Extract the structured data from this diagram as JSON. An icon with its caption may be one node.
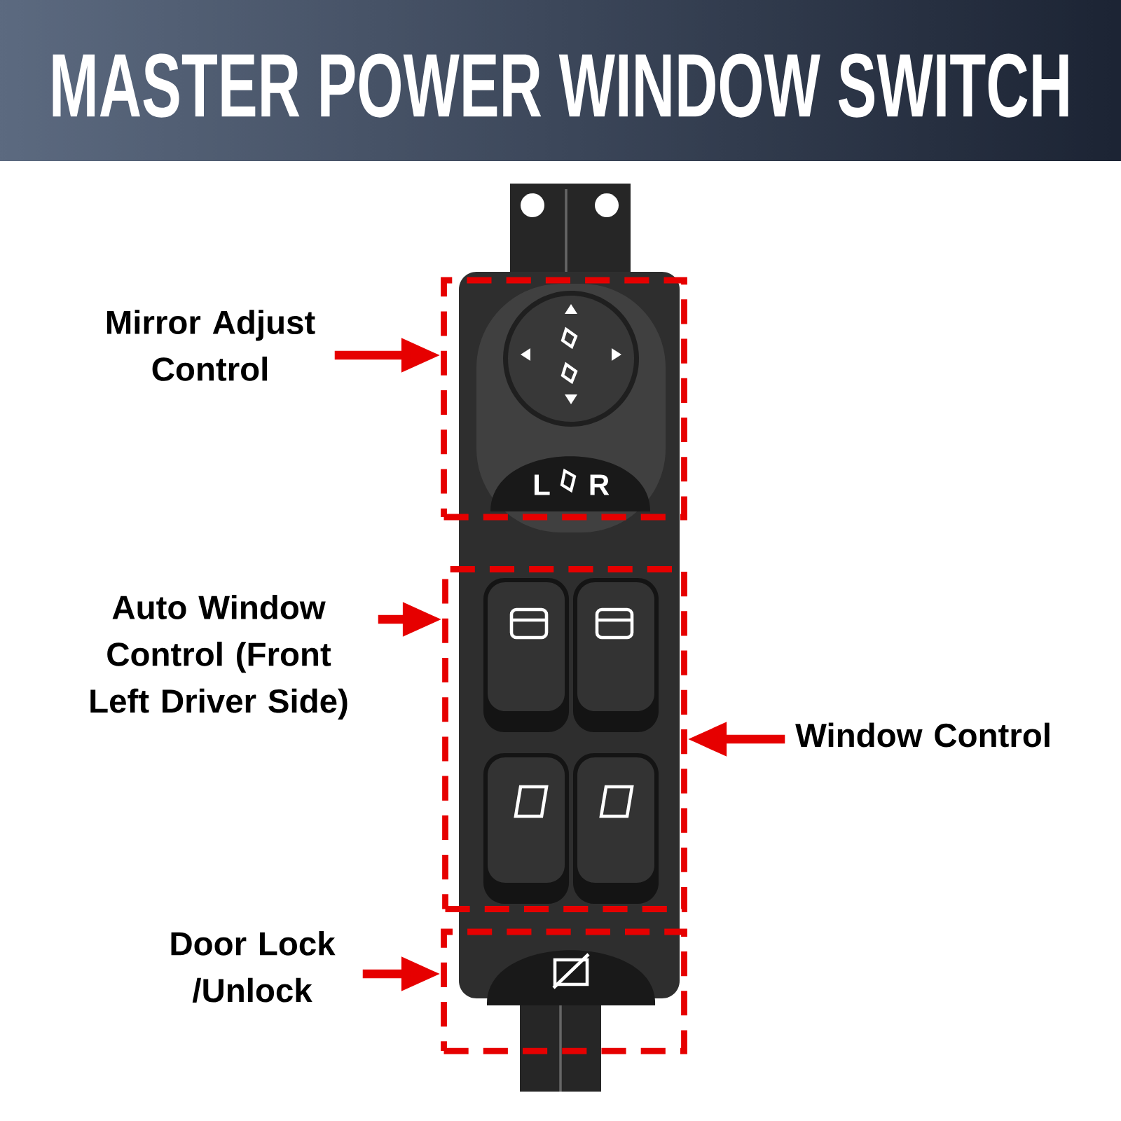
{
  "diagram": {
    "title": "MASTER POWER WINDOW SWITCH",
    "nodes": [
      {
        "text": [
          "Mirror Adjust Control"
        ]
      },
      {
        "text": [],
        "shape": "box"
      },
      {
        "text": [
          "Auto Window Control (Front Left Driver Side)"
        ]
      },
      {
        "text": [],
        "shape": "box"
      },
      {
        "text": [
          "Window Control"
        ]
      },
      {
        "text": [
          "Door Lock /Unlock"
        ]
      },
      {
        "text": [],
        "shape": "box"
      }
    ],
    "edges": [
      {
        "from": 0,
        "to": 1,
        "arrow": "to"
      },
      {
        "from": 2,
        "to": 3,
        "arrow": "to"
      },
      {
        "from": 4,
        "to": 3,
        "arrow": "to"
      },
      {
        "from": 5,
        "to": 6,
        "arrow": "to"
      }
    ],
    "labels": [
      "L",
      "R"
    ]
  }
}
